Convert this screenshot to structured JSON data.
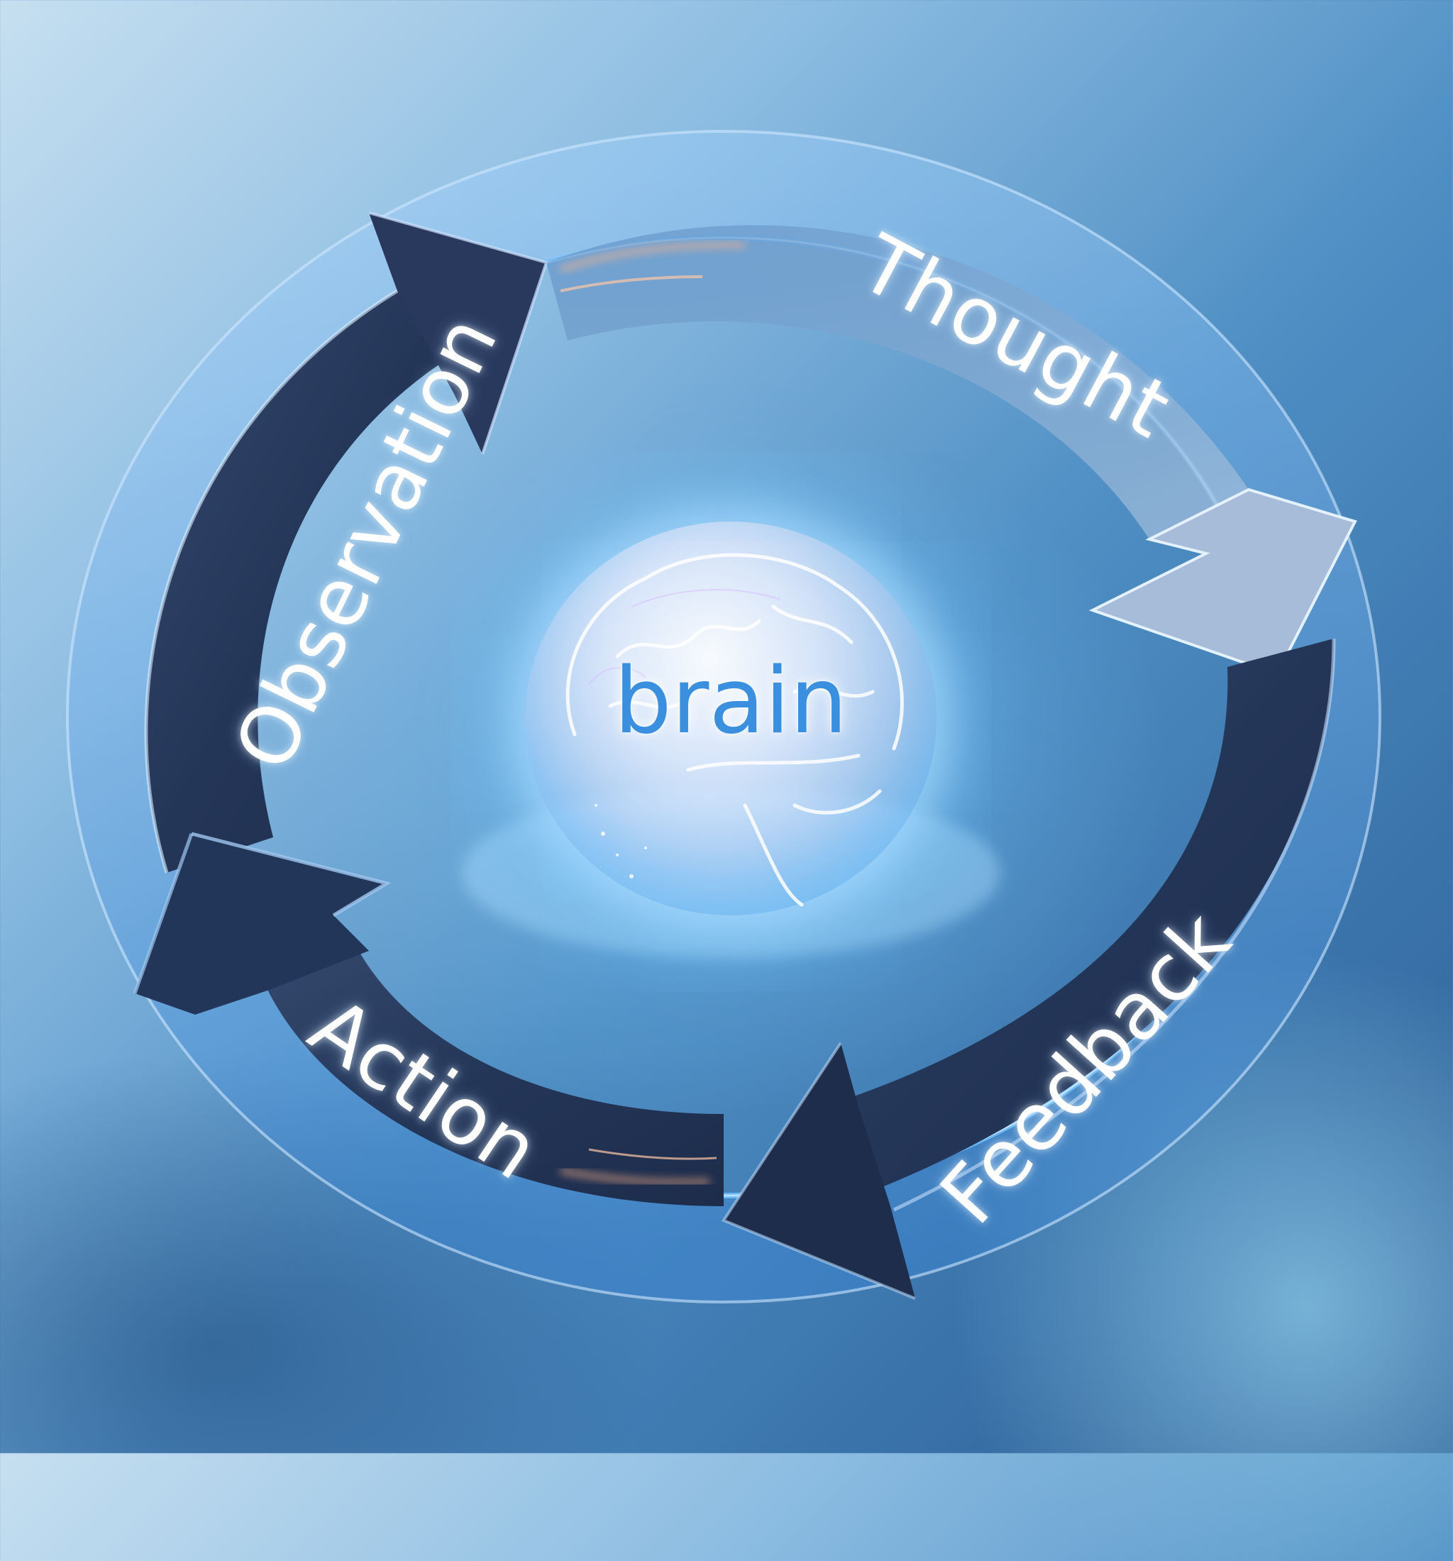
{
  "diagram": {
    "type": "cycle",
    "center": {
      "label": "brain",
      "icon": "brain-icon",
      "text_color": "#3b8fdf"
    },
    "stages": [
      {
        "id": "observation",
        "label": "Observation",
        "position": "left",
        "arrow_direction": "clockwise",
        "arrow_color": "#2b3f63"
      },
      {
        "id": "thought",
        "label": "Thought",
        "position": "top-right",
        "arrow_direction": "clockwise",
        "arrow_color": "#9fb6d4"
      },
      {
        "id": "feedback",
        "label": "Feedback",
        "position": "bottom-right",
        "arrow_direction": "clockwise",
        "arrow_color": "#1f2d4d"
      },
      {
        "id": "action",
        "label": "Action",
        "position": "bottom-left",
        "arrow_direction": "clockwise",
        "arrow_color": "#22365a"
      }
    ],
    "flow": [
      "Observation",
      "Thought",
      "Feedback",
      "Action",
      "Observation"
    ]
  },
  "palette": {
    "background_light": "#c6dff0",
    "background_dark": "#2f5f93",
    "ring_glass": "#7fb6e6",
    "highlight_orange": "#ffb48a",
    "label_text": "#ffffff"
  }
}
